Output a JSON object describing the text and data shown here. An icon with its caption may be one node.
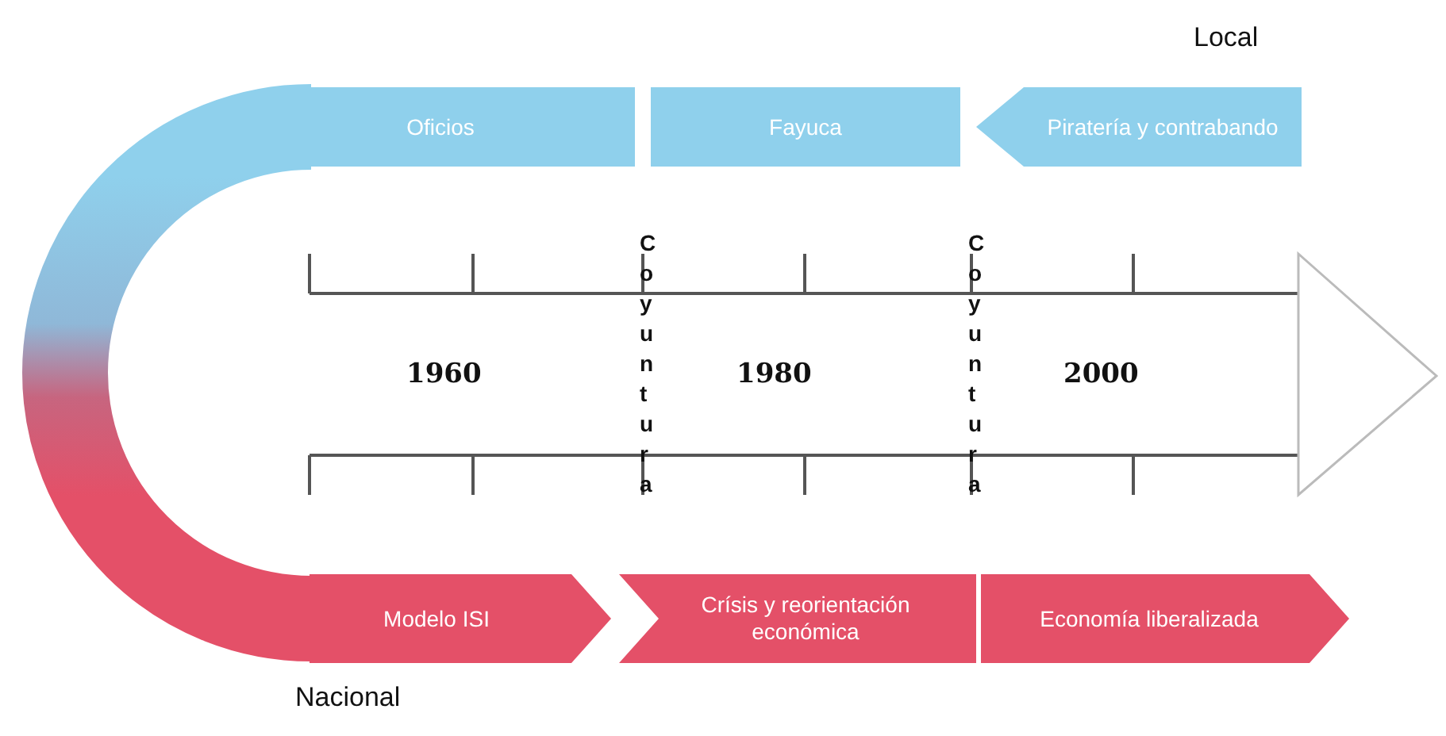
{
  "diagram": {
    "nodes": [
      {
        "text": [
          "Oficios"
        ]
      },
      {
        "text": [
          "Fayuca"
        ]
      },
      {
        "text": [
          "Piratería y contrabando"
        ]
      },
      {
        "text": [
          "Modelo ISI"
        ]
      },
      {
        "text": [
          "Crísis y reorientación económica"
        ]
      },
      {
        "text": [
          "Economía liberalizada"
        ]
      }
    ],
    "labels": [
      "Local",
      "1960",
      "Coyuntura",
      "1980",
      "Coyuntura",
      "2000",
      "Nacional"
    ]
  }
}
